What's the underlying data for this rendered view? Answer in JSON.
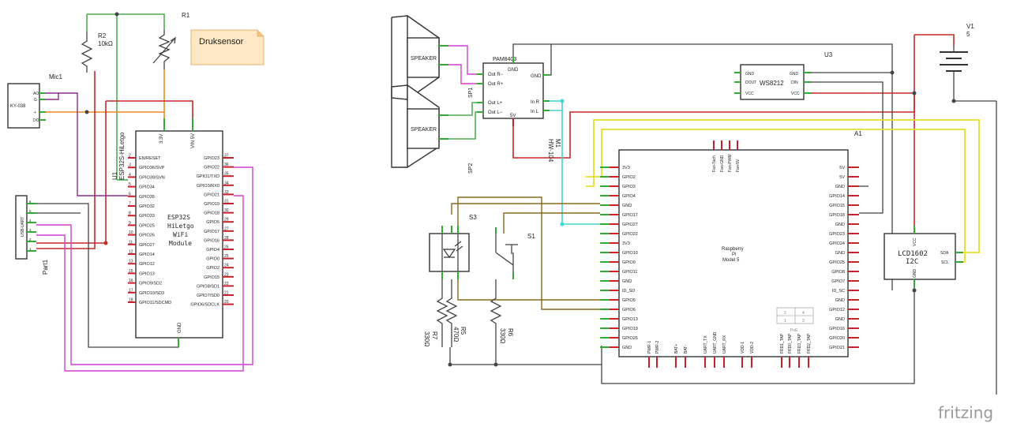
{
  "esp32": {
    "ref": "U1",
    "part": "ESP32S-HiLetgo",
    "title_lines": [
      "ESP32S",
      "HiLetgo",
      "WiFi",
      "Module"
    ],
    "top_pins": [
      "3.3V",
      "VIN 5V"
    ],
    "bottom_pin": "GND",
    "left_pins": [
      {
        "num": "2",
        "name": "EN/RESET"
      },
      {
        "num": "3",
        "name": "GPIO36/SVP"
      },
      {
        "num": "4",
        "name": "GPIO39/SVN"
      },
      {
        "num": "5",
        "name": "GPIO34"
      },
      {
        "num": "6",
        "name": "GPIO35"
      },
      {
        "num": "7",
        "name": "GPIO32"
      },
      {
        "num": "8",
        "name": "GPIO33"
      },
      {
        "num": "9",
        "name": "GPIO25"
      },
      {
        "num": "10",
        "name": "GPIO26"
      },
      {
        "num": "11",
        "name": "GPIO27"
      },
      {
        "num": "12",
        "name": "GPIO14"
      },
      {
        "num": "13",
        "name": "GPIO12"
      },
      {
        "num": "15",
        "name": "GPIO13"
      },
      {
        "num": "16",
        "name": "GPIO9/SD2"
      },
      {
        "num": "17",
        "name": "GPIO10/SD3"
      },
      {
        "num": "18",
        "name": "GPIO11/SDCMD"
      }
    ],
    "right_pins": [
      {
        "num": "37",
        "name": "GPIO23"
      },
      {
        "num": "36",
        "name": "GPIO22"
      },
      {
        "num": "35",
        "name": "GPIO1/TXD"
      },
      {
        "num": "34",
        "name": "GPIO3/RX0"
      },
      {
        "num": "33",
        "name": "GPIO21"
      },
      {
        "num": "31",
        "name": "GPIO19"
      },
      {
        "num": "30",
        "name": "GPIO18"
      },
      {
        "num": "29",
        "name": "GPIO5"
      },
      {
        "num": "27",
        "name": "GPIO17"
      },
      {
        "num": "28",
        "name": "GPIO16"
      },
      {
        "num": "26",
        "name": "GPIO4"
      },
      {
        "num": "25",
        "name": "GPIO0"
      },
      {
        "num": "24",
        "name": "GPIO2"
      },
      {
        "num": "23",
        "name": "GPIO15"
      },
      {
        "num": "22",
        "name": "GPIO8/SD1"
      },
      {
        "num": "21",
        "name": "GPIO7/SD0"
      },
      {
        "num": "20",
        "name": "GPIO6/SDCLK"
      }
    ]
  },
  "r1": {
    "ref": "R1",
    "note": "Druksensor"
  },
  "r2": {
    "ref": "R2",
    "value": "10kΩ"
  },
  "mic1": {
    "ref": "Mic1",
    "part": "KY-038",
    "pins": [
      "AO",
      "G",
      "+",
      "DO"
    ]
  },
  "part1": {
    "ref": "Part1",
    "part": "USB-UART",
    "pins": [
      "6",
      "5",
      "4",
      "3",
      "2",
      "1"
    ]
  },
  "speakers": [
    {
      "label": "SPEAKER",
      "ref": "SP1"
    },
    {
      "label": "SPEAKER",
      "ref": "SP2"
    }
  ],
  "amp": {
    "part": "PAM8403",
    "ref": "M1",
    "subpart": "HW-104",
    "gnd_top": "GND",
    "gnd_right": "GND",
    "fivev": "5V",
    "left_pins": [
      "Out R−",
      "Out R+",
      "Out L+",
      "Out L−"
    ],
    "right_pins": [
      "In R",
      "In L"
    ]
  },
  "ws": {
    "ref": "U3",
    "part": "WS8212",
    "left_pins": [
      "GND",
      "DOUT",
      "VCC"
    ],
    "right_pins": [
      "GND",
      "DIN",
      "VCC"
    ]
  },
  "v1": {
    "ref": "V1",
    "value": "5"
  },
  "a1": {
    "ref": "A1"
  },
  "pi": {
    "name_lines": [
      "Raspberry",
      "Pi",
      "Model 5"
    ],
    "fan_pins": [
      "Fan-Tach",
      "Fan-GND",
      "Fan-PWM",
      "Fan-5V"
    ],
    "left_pins": [
      "3V3",
      "GPIO2",
      "GPIO3",
      "GPIO4",
      "GND",
      "GPIO17",
      "GPIO27",
      "GPIO22",
      "3V3",
      "GPIO10",
      "GPIO9",
      "GPIO11",
      "GND",
      "ID_SD",
      "GPIO5",
      "GPIO6",
      "GPIO13",
      "GPIO19",
      "GPIO26",
      "GND"
    ],
    "right_pins": [
      "5V",
      "5V",
      "GND",
      "GPIO14",
      "GPIO15",
      "GPIO18",
      "GND",
      "GPIO23",
      "GPIO24",
      "GND",
      "GPIO25",
      "GPIO8",
      "GPIO7",
      "ID_SC",
      "GND",
      "GPIO12",
      "GND",
      "GPIO16",
      "GPIO20",
      "GPIO21"
    ],
    "bottom_pins": [
      "PWR-1",
      "PWR-2",
      "BAT+",
      "BAT-",
      "UART_TX",
      "UART_GND",
      "UART_RX",
      "VDD-1",
      "VDD-2",
      "FRD1_TAP",
      "FRD0_TAP",
      "FRD3_TAP",
      "FRD2_TAP"
    ],
    "poe_label": "PoE",
    "poe_pins": [
      "2",
      "4",
      "1",
      "3"
    ]
  },
  "lcd": {
    "title": "LCD1602",
    "subtitle": "I2C",
    "pins": [
      "VCC",
      "SDA",
      "SCL",
      "GND"
    ]
  },
  "s3": {
    "ref": "S3"
  },
  "s1": {
    "ref": "S1"
  },
  "r7": {
    "ref": "R7",
    "value": "330Ω"
  },
  "r5": {
    "ref": "R5",
    "value": "470Ω"
  },
  "r6": {
    "ref": "R6",
    "value": "330Ω"
  },
  "brand": "fritzing",
  "colors": {
    "wire_green": "#4caf50",
    "wire_red": "#c62828",
    "wire_magenta": "#d43fd4",
    "wire_yellow": "#e6df2a",
    "wire_brown": "#8a6a1a",
    "wire_cyan": "#3ed6d0",
    "wire_orange": "#ef8a1f",
    "pin_red": "#c8202a"
  }
}
